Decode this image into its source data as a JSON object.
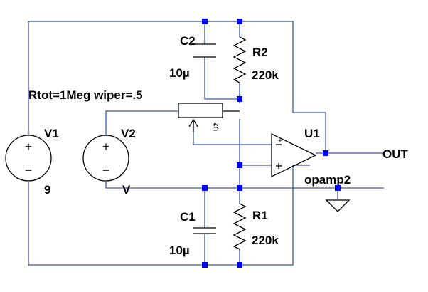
{
  "components": {
    "v1": {
      "name": "V1",
      "value": "9"
    },
    "v2": {
      "name": "V2",
      "value": "V"
    },
    "c2": {
      "name": "C2",
      "value": "10µ"
    },
    "r2": {
      "name": "R2",
      "value": "220k"
    },
    "c1": {
      "name": "C1",
      "value": "10µ"
    },
    "r1": {
      "name": "R1",
      "value": "220k"
    },
    "u1": {
      "name": "U1",
      "model": "opamp2",
      "pin_plus": "+",
      "pin_minus": "−"
    },
    "u2": {
      "name": "U2",
      "params": "Rtot=1Meg wiper=.5"
    }
  },
  "net_labels": {
    "out": "OUT"
  },
  "source_symbols": {
    "plus": "+",
    "minus": "−"
  },
  "colors": {
    "wire": "#3b5aa8",
    "component": "#000000",
    "node": "#0000ff",
    "background": "#ffffff"
  }
}
